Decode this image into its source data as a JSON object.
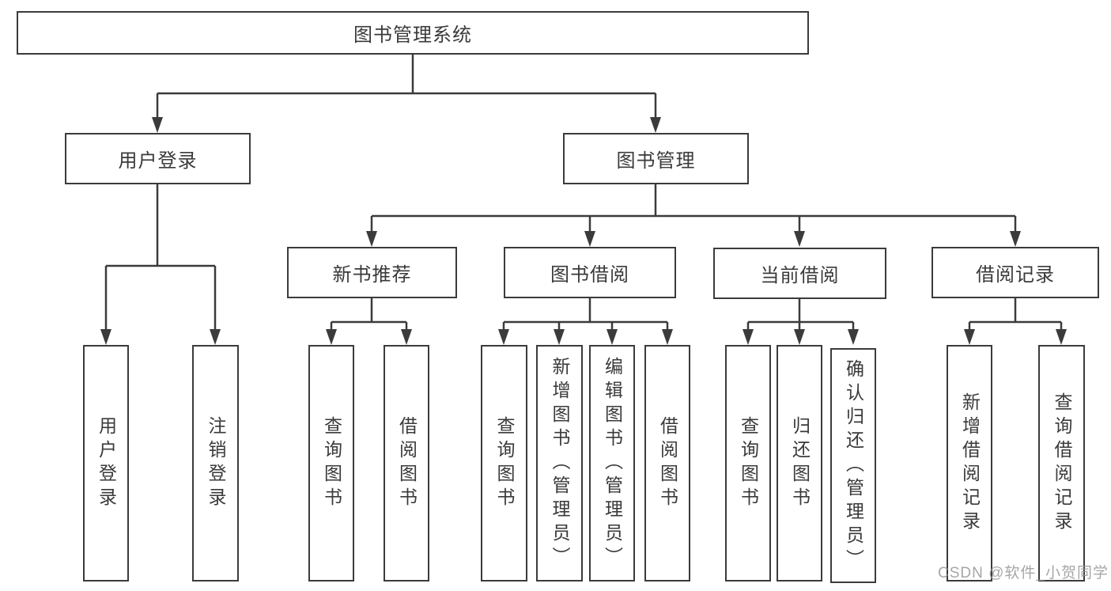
{
  "diagram": {
    "background": "#ffffff",
    "line_color": "#3b3b3b",
    "text_color": "#3a3a3a",
    "watermark": {
      "text": "CSDN @软件_小贺同学",
      "color": "#969696"
    },
    "nodes": {
      "root": "图书管理系统",
      "user_login": "用户登录",
      "book_management": "图书管理",
      "new_book_recommend": "新书推荐",
      "book_borrow": "图书借阅",
      "current_borrow": "当前借阅",
      "borrow_records": "借阅记录",
      "leaf_user_login": "用户登录",
      "leaf_logout_login": "注销登录",
      "leaf_query_books_1": "查询图书",
      "leaf_borrow_books_1": "借阅图书",
      "leaf_query_books_2": "查询图书",
      "leaf_add_books_admin": "新增图书（管理员）",
      "leaf_edit_books_admin": "编辑图书（管理员）",
      "leaf_borrow_books_2": "借阅图书",
      "leaf_query_books_3": "查询图书",
      "leaf_return_books": "归还图书",
      "leaf_confirm_return_admin": "确认归还（管理员）",
      "leaf_add_borrow_record": "新增借阅记录",
      "leaf_query_borrow_record": "查询借阅记录"
    }
  }
}
